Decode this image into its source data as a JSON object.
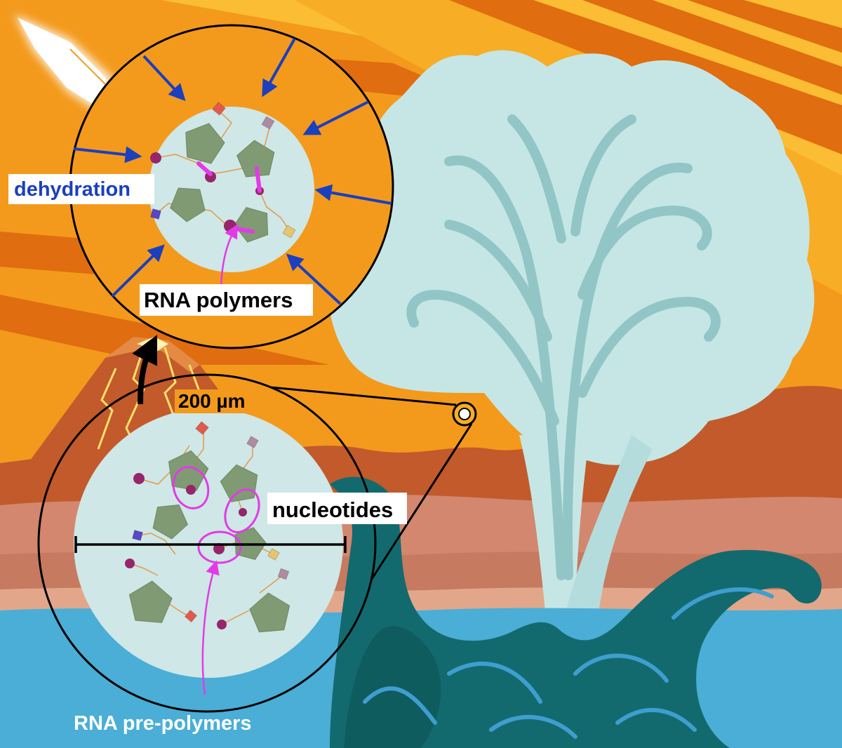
{
  "labels": {
    "dehydration": "dehydration",
    "rna_polymers": "RNA polymers",
    "scale": "200 µm",
    "nucleotides": "nucleotides",
    "rna_pre_polymers": "RNA pre-polymers"
  },
  "colors": {
    "sky_orange": "#f39a1c",
    "sky_yellow": "#fbbd33",
    "sky_stripe": "#e06d0f",
    "hills": "#c25a2b",
    "bands": "#d3876e",
    "sea_light": "#4aaed6",
    "sea_dark": "#136a6e",
    "geyser": "#c6e6e6",
    "geyser_line": "#92c6c6",
    "droplet": "#cfe7e6",
    "dehydration_arrow": "#1a3fbf",
    "dehydration_text": "#1a3fbf",
    "magenta": "#e23be6",
    "pentagon": "#809a73",
    "phosphate": "#96256b",
    "link": "#e09a4c",
    "base_red": "#e45a4a",
    "base_mauve": "#b08aa0",
    "base_purple": "#5b46c6",
    "base_yellow": "#e8c46a"
  },
  "icons": [
    "meteor-icon",
    "volcano-icon",
    "lightning-icon",
    "geyser-icon",
    "wave-icon"
  ]
}
